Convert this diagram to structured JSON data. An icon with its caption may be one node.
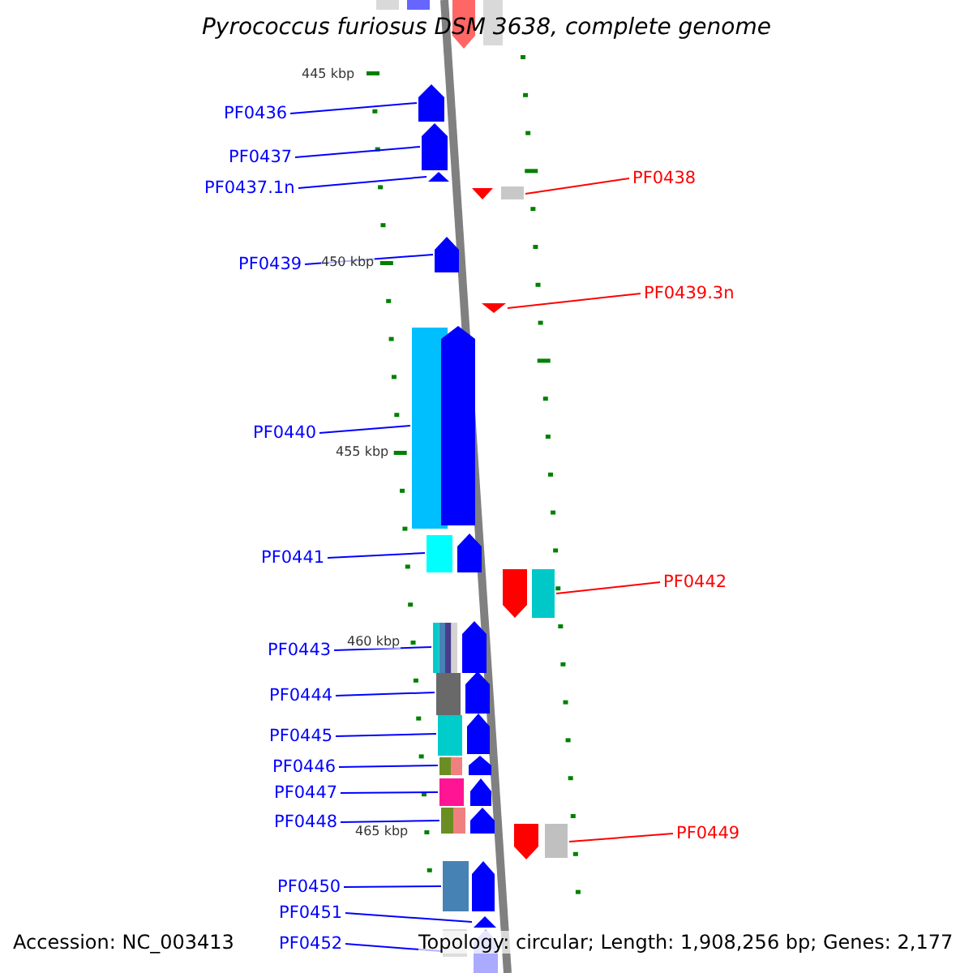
{
  "diagram": {
    "title": "Pyrococcus furiosus DSM 3638, complete genome",
    "nodes": [
      {
        "text": [
          "PF0436"
        ]
      },
      {
        "text": [
          "PF0437"
        ]
      },
      {
        "text": [
          "PF0437.1n"
        ]
      },
      {
        "text": [
          "PF0438"
        ]
      },
      {
        "text": [
          "PF0439"
        ]
      },
      {
        "text": [
          "PF0439.3n"
        ]
      },
      {
        "text": [
          "PF0440"
        ]
      },
      {
        "text": [
          "PF0441"
        ]
      },
      {
        "text": [
          "PF0442"
        ]
      },
      {
        "text": [
          "PF0443"
        ]
      },
      {
        "text": [
          "PF0444"
        ]
      },
      {
        "text": [
          "PF0445"
        ]
      },
      {
        "text": [
          "PF0446"
        ]
      },
      {
        "text": [
          "PF0447"
        ]
      },
      {
        "text": [
          "PF0448"
        ]
      },
      {
        "text": [
          "PF0449"
        ]
      },
      {
        "text": [
          "PF0450"
        ]
      },
      {
        "text": [
          "PF0451"
        ]
      },
      {
        "text": [
          "PF0452"
        ]
      },
      {
        "text": [],
        "shape": "box"
      },
      {
        "text": [],
        "shape": "box"
      },
      {
        "text": [],
        "shape": "box"
      },
      {
        "text": [],
        "shape": "box"
      },
      {
        "text": [],
        "shape": "box"
      },
      {
        "text": [],
        "shape": "box"
      },
      {
        "text": [],
        "shape": "box"
      },
      {
        "text": [],
        "shape": "box"
      },
      {
        "text": [],
        "shape": "box"
      },
      {
        "text": [],
        "shape": "box"
      },
      {
        "text": [],
        "shape": "box"
      },
      {
        "text": [],
        "shape": "box"
      },
      {
        "text": [],
        "shape": "box"
      },
      {
        "text": [],
        "shape": "box"
      },
      {
        "text": [],
        "shape": "box"
      },
      {
        "text": [],
        "shape": "box"
      },
      {
        "text": [],
        "shape": "box"
      },
      {
        "text": [],
        "shape": "box"
      },
      {
        "text": [],
        "shape": "box"
      },
      {
        "text": [],
        "shape": "box"
      },
      {
        "text": [],
        "shape": "box"
      },
      {
        "text": [],
        "shape": "box"
      },
      {
        "text": [],
        "shape": "box"
      }
    ],
    "edges": [
      {
        "from": 0,
        "to": 19,
        "arrow": "none"
      },
      {
        "from": 1,
        "to": 20,
        "arrow": "none"
      },
      {
        "from": 2,
        "to": 21,
        "arrow": "none"
      },
      {
        "from": 3,
        "to": 22,
        "arrow": "none",
        "color": "#ff0000"
      },
      {
        "from": 4,
        "to": 23,
        "arrow": "none"
      },
      {
        "from": 5,
        "to": 24,
        "arrow": "none",
        "color": "#ff0000"
      },
      {
        "from": 6,
        "to": 25,
        "arrow": "none"
      },
      {
        "from": 7,
        "to": 26,
        "arrow": "none"
      },
      {
        "from": 8,
        "to": 27,
        "arrow": "none",
        "color": "#ff0000"
      },
      {
        "from": 9,
        "to": 28,
        "arrow": "none"
      },
      {
        "from": 10,
        "to": 29,
        "arrow": "none"
      },
      {
        "from": 11,
        "to": 30,
        "arrow": "none"
      },
      {
        "from": 12,
        "to": 31,
        "arrow": "none"
      },
      {
        "from": 13,
        "to": 32,
        "arrow": "none"
      },
      {
        "from": 14,
        "to": 33,
        "arrow": "none"
      },
      {
        "from": 15,
        "to": 34,
        "arrow": "none",
        "color": "#ff0000"
      },
      {
        "from": 16,
        "to": 35,
        "arrow": "none"
      },
      {
        "from": 17,
        "to": 36,
        "arrow": "none"
      },
      {
        "from": 18,
        "to": 37,
        "arrow": "none"
      }
    ],
    "labels": [
      "445 kbp",
      "450 kbp",
      "455 kbp",
      "460 kbp",
      "465 kbp",
      "Accession: NC_003413",
      "Topology: circular; Length: 1,908,256 bp; Genes: 2,177"
    ]
  }
}
